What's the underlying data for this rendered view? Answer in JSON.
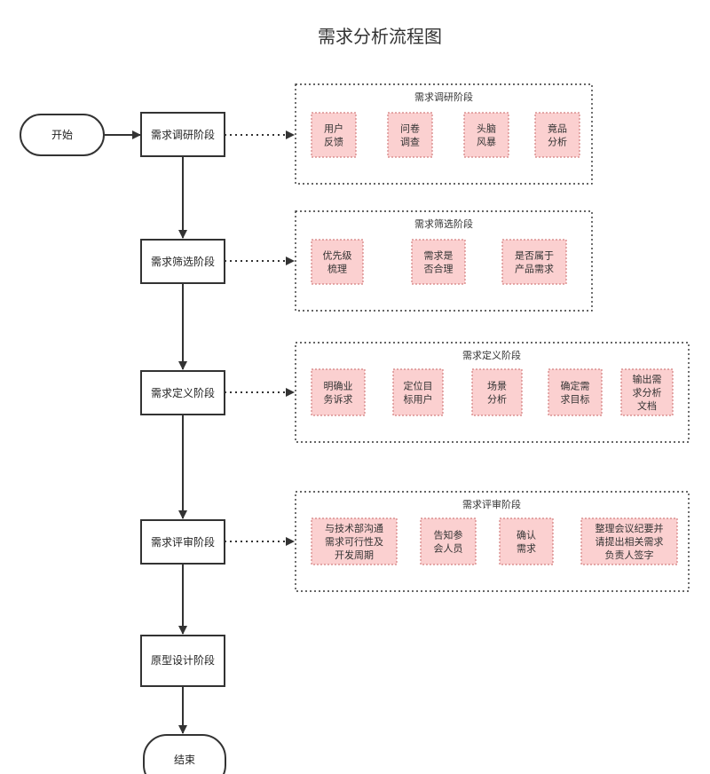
{
  "title": "需求分析流程图",
  "start_label": "开始",
  "end_label": "结束",
  "stages": [
    {
      "label": "需求调研阶段",
      "group_title": "需求调研阶段",
      "items": [
        [
          "用户",
          "反馈"
        ],
        [
          "问卷",
          "调查"
        ],
        [
          "头脑",
          "风暴"
        ],
        [
          "竟品",
          "分析"
        ]
      ]
    },
    {
      "label": "需求筛选阶段",
      "group_title": "需求筛选阶段",
      "items": [
        [
          "优先级",
          "梳理"
        ],
        [
          "需求是",
          "否合理"
        ],
        [
          "是否属于",
          "产品需求"
        ]
      ]
    },
    {
      "label": "需求定义阶段",
      "group_title": "需求定义阶段",
      "items": [
        [
          "明确业",
          "务诉求"
        ],
        [
          "定位目",
          "标用户"
        ],
        [
          "场景",
          "分析"
        ],
        [
          "确定需",
          "求目标"
        ],
        [
          "输出需",
          "求分析",
          "文档"
        ]
      ]
    },
    {
      "label": "需求评审阶段",
      "group_title": "需求评审阶段",
      "items": [
        [
          "与技术部沟通",
          "需求可行性及",
          "开发周期"
        ],
        [
          "告知参",
          "会人员"
        ],
        [
          "确认",
          "需求"
        ],
        [
          "整理会议纪要并",
          "请提出相关需求",
          "负责人签字"
        ]
      ]
    },
    {
      "label": "原型设计阶段",
      "group_title": "",
      "items": []
    }
  ]
}
